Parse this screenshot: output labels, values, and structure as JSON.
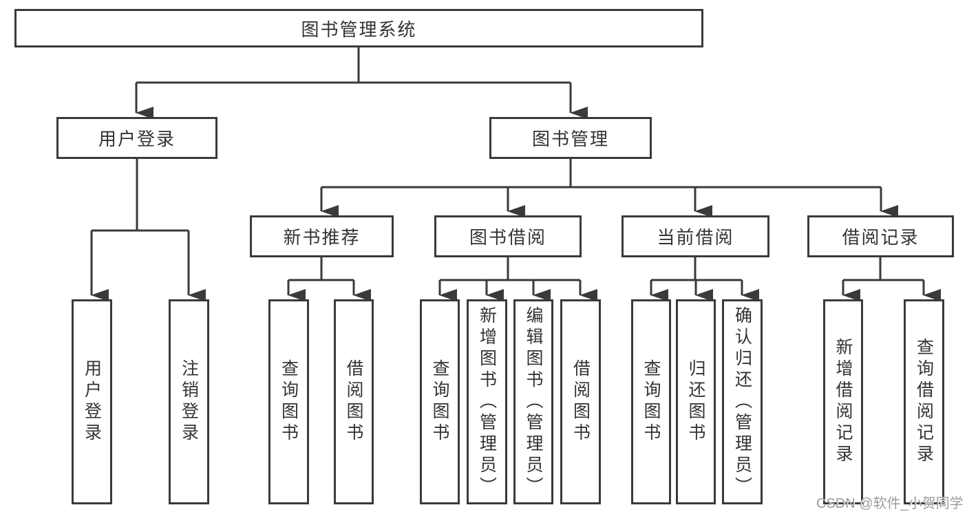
{
  "diagram": {
    "title": "图书管理系统",
    "level2": [
      {
        "label": "用户登录",
        "leaves": [
          {
            "label": "用户登录"
          },
          {
            "label": "注销登录"
          }
        ]
      },
      {
        "label": "图书管理",
        "groups": [
          {
            "label": "新书推荐",
            "leaves": [
              {
                "label": "查询图书"
              },
              {
                "label": "借阅图书"
              }
            ]
          },
          {
            "label": "图书借阅",
            "leaves": [
              {
                "label": "查询图书"
              },
              {
                "label": "新增图书（管理员）"
              },
              {
                "label": "编辑图书（管理员）"
              },
              {
                "label": "借阅图书"
              }
            ]
          },
          {
            "label": "当前借阅",
            "leaves": [
              {
                "label": "查询图书"
              },
              {
                "label": "归还图书"
              },
              {
                "label": "确认归还（管理员）"
              }
            ]
          },
          {
            "label": "借阅记录",
            "leaves": [
              {
                "label": "新增借阅记录"
              },
              {
                "label": "查询借阅记录"
              }
            ]
          }
        ]
      }
    ]
  },
  "watermark": {
    "text": "CSDN @软件_小贺同学"
  },
  "colors": {
    "line": "#3a3a3a",
    "text": "#333333",
    "background": "#ffffff",
    "watermark": "#9b9b9b"
  }
}
